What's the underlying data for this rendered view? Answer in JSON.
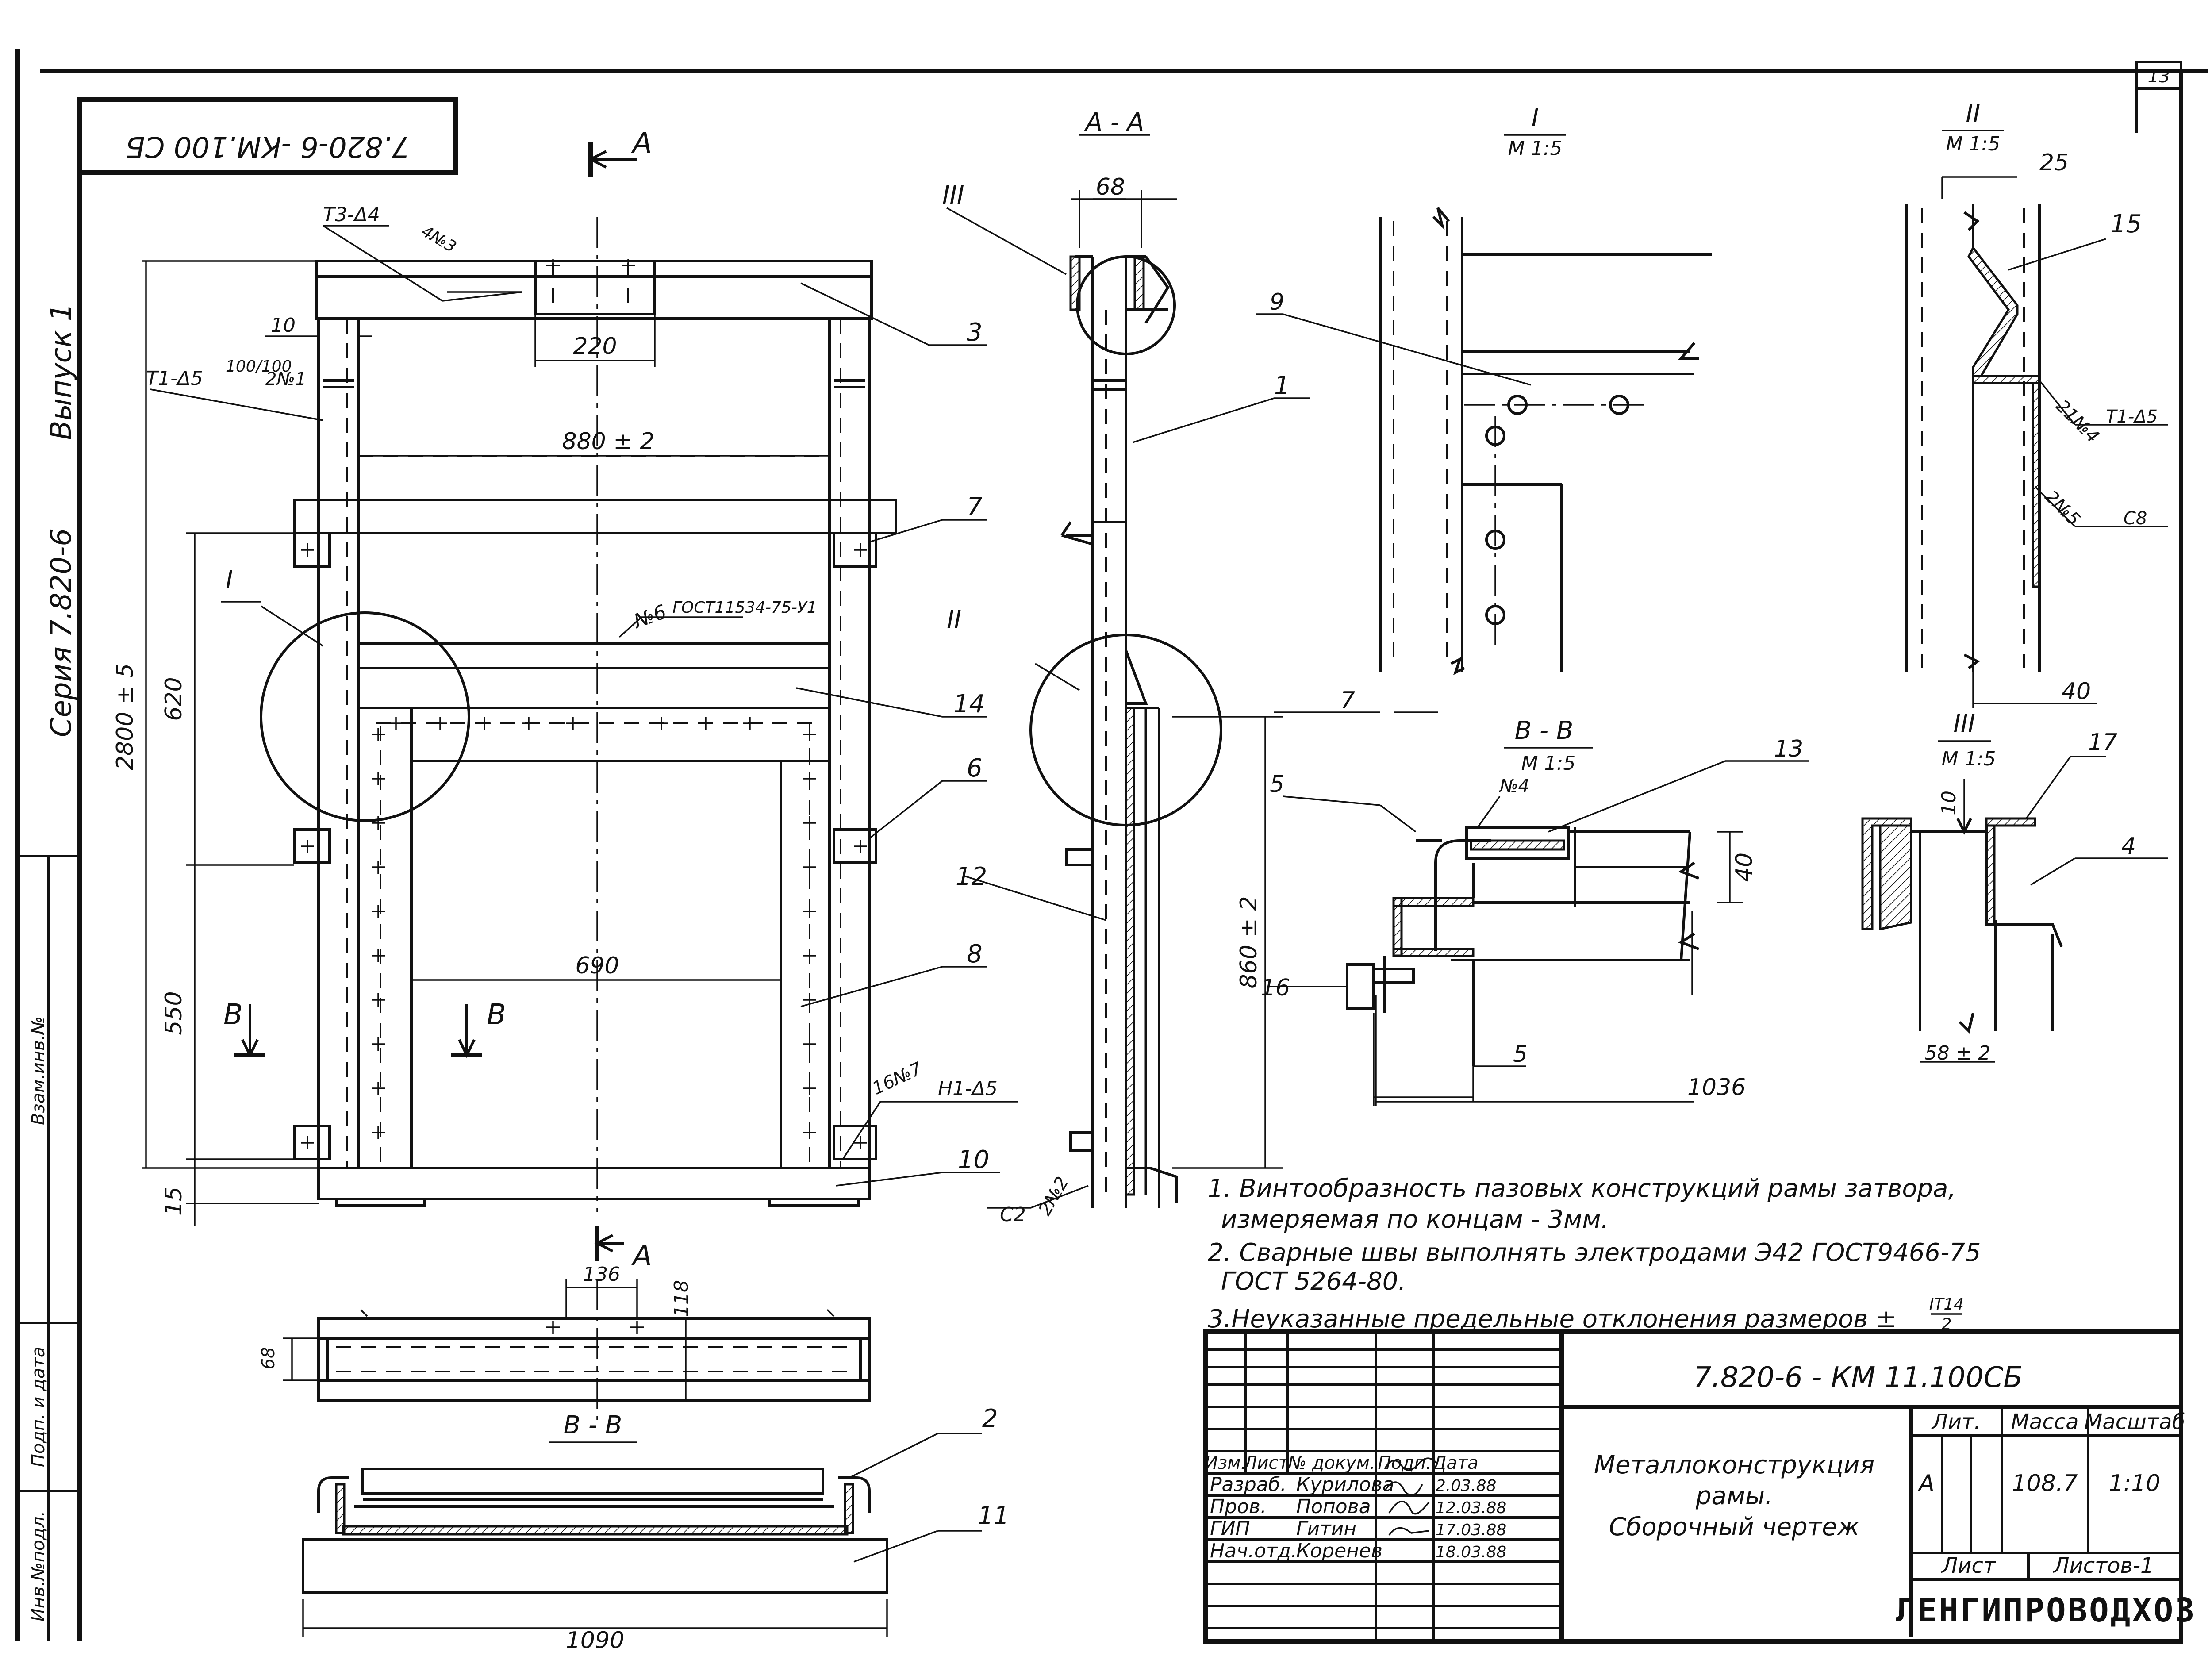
{
  "sheet": {
    "page_number": "13",
    "drawing_code_rotated": "7.820-6 -КМ.100 СБ"
  },
  "side_strip": {
    "series": "Серия  7.820-6",
    "issue": "Выпуск 1",
    "field_1": "Взам.инв.№",
    "field_2": "Подп. и дата",
    "field_3": "Инв.№подл."
  },
  "views": {
    "section_aa": "А - А",
    "detail_1": "I",
    "detail_1_scale": "М 1:5",
    "detail_2": "II",
    "detail_2_scale": "М 1:5",
    "detail_3": "III",
    "detail_3_scale": "М 1:5",
    "section_bb": "В - В",
    "section_bb_scale": "М 1:5",
    "section_bb_bottom": "В - В",
    "cut_mark_a": "А",
    "cut_mark_b": "В"
  },
  "dimensions": {
    "d220": "220",
    "d880": "880 ± 2",
    "d2800": "2800 ± 5",
    "d620": "620",
    "d550": "550",
    "d690": "690",
    "d15": "15",
    "d10": "10",
    "d68": "68",
    "d860": "860 ± 2",
    "d25": "25",
    "d7": "7",
    "d40": "40",
    "d40b": "40",
    "d5": "5",
    "d1036": "1036",
    "d10b": "10",
    "d58": "58 ± 2",
    "d136": "136",
    "d118": "118",
    "d68b": "68",
    "d1090": "1090"
  },
  "welds": {
    "w_t3": "Т3-Δ4",
    "w_4n3": "4№3",
    "w_t1": "Т1-Δ5",
    "w_t1_pitch": "100/100",
    "w_2n1": "2№1",
    "w_n6": "№6",
    "w_gost": "ГОСТ11534-75-У1",
    "w_16n7": "16№7",
    "w_h1": "Н1-Δ5",
    "w_c2": "С2",
    "w_2n2": "2№2",
    "w_21n4": "21№4",
    "w_t1b": "Т1-Δ5",
    "w_2n5": "2№5",
    "w_c8": "С8",
    "w_n4": "№4"
  },
  "callouts": [
    "1",
    "3",
    "7",
    "14",
    "6",
    "8",
    "10",
    "12",
    "9",
    "15",
    "5",
    "13",
    "16",
    "17",
    "4",
    "2",
    "11"
  ],
  "notes": {
    "n1": "1. Винтообразность пазовых конструкций рамы затвора,",
    "n1b": "измеряемая по концам - 3мм.",
    "n2": "2. Сварные швы выполнять электродами Э42 ГОСТ9466-75",
    "n2b": "ГОСТ 5264-80.",
    "n3": "3.Неуказанные предельные отклонения размеров ±",
    "n3_num": "IT14",
    "n3_den": "2"
  },
  "title_block": {
    "code": "7.820-6 - КМ 11.100СБ",
    "h_izm": "Изм.",
    "h_list": "Лист",
    "h_doc": "№ докум.",
    "h_podp": "Подп.",
    "h_date": "Дата",
    "rows": [
      {
        "role": "Разраб.",
        "name": "Курилова",
        "date": "2.03.88"
      },
      {
        "role": "Пров.",
        "name": "Попова",
        "date": "12.03.88"
      },
      {
        "role": "ГИП",
        "name": "Гитин",
        "date": "17.03.88"
      },
      {
        "role": "Нач.отд.",
        "name": "Коренев",
        "date": "18.03.88"
      }
    ],
    "name_1": "Металлоконструкция",
    "name_2": "рамы.",
    "name_3": "Сборочный чертеж",
    "h_lit": "Лит.",
    "h_mass": "Масса",
    "h_scale": "Масштаб",
    "lit": "А",
    "mass": "108.7",
    "scale": "1:10",
    "h_sheet": "Лист",
    "h_sheets": "Листов-1",
    "org": "ЛЕНГИПРОВОДХОЗ"
  }
}
